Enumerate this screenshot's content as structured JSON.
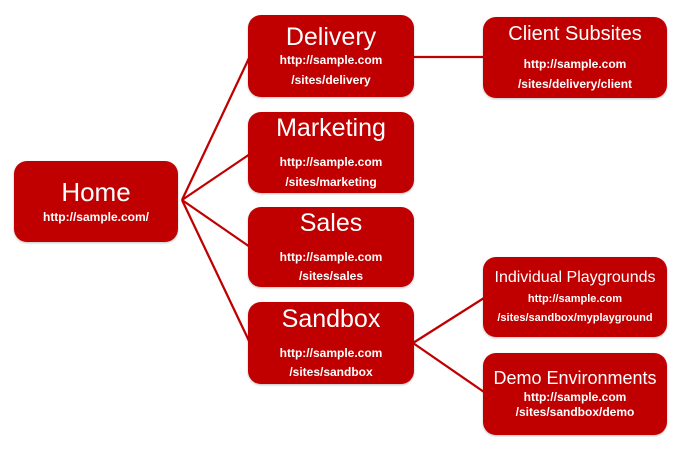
{
  "diagram": {
    "description": "Site hierarchy diagram",
    "colors": {
      "node_fill": "#C00000",
      "node_text": "#FFFFFF",
      "connector": "#C00000",
      "background": "#FFFFFF"
    },
    "nodes": [
      {
        "id": "home",
        "label": "Home",
        "url_lines": [
          "http://sample.com/"
        ]
      },
      {
        "id": "delivery",
        "label": "Delivery",
        "url_lines": [
          "http://sample.com",
          "/sites/delivery"
        ]
      },
      {
        "id": "marketing",
        "label": "Marketing",
        "url_lines": [
          "http://sample.com",
          "/sites/marketing"
        ]
      },
      {
        "id": "sales",
        "label": "Sales",
        "url_lines": [
          "http://sample.com",
          "/sites/sales"
        ]
      },
      {
        "id": "sandbox",
        "label": "Sandbox",
        "url_lines": [
          "http://sample.com",
          "/sites/sandbox"
        ]
      },
      {
        "id": "client-subsites",
        "label": "Client Subsites",
        "url_lines": [
          "http://sample.com",
          "/sites/delivery/client"
        ]
      },
      {
        "id": "individual-playgrounds",
        "label": "Individual Playgrounds",
        "url_lines": [
          "http://sample.com",
          "/sites/sandbox/myplayground"
        ]
      },
      {
        "id": "demo-environments",
        "label": "Demo Environments",
        "url_lines": [
          "http://sample.com",
          "/sites/sandbox/demo"
        ]
      }
    ],
    "edges": [
      {
        "from": "home",
        "to": "delivery"
      },
      {
        "from": "home",
        "to": "marketing"
      },
      {
        "from": "home",
        "to": "sales"
      },
      {
        "from": "home",
        "to": "sandbox"
      },
      {
        "from": "delivery",
        "to": "client-subsites"
      },
      {
        "from": "sandbox",
        "to": "individual-playgrounds"
      },
      {
        "from": "sandbox",
        "to": "demo-environments"
      }
    ]
  }
}
